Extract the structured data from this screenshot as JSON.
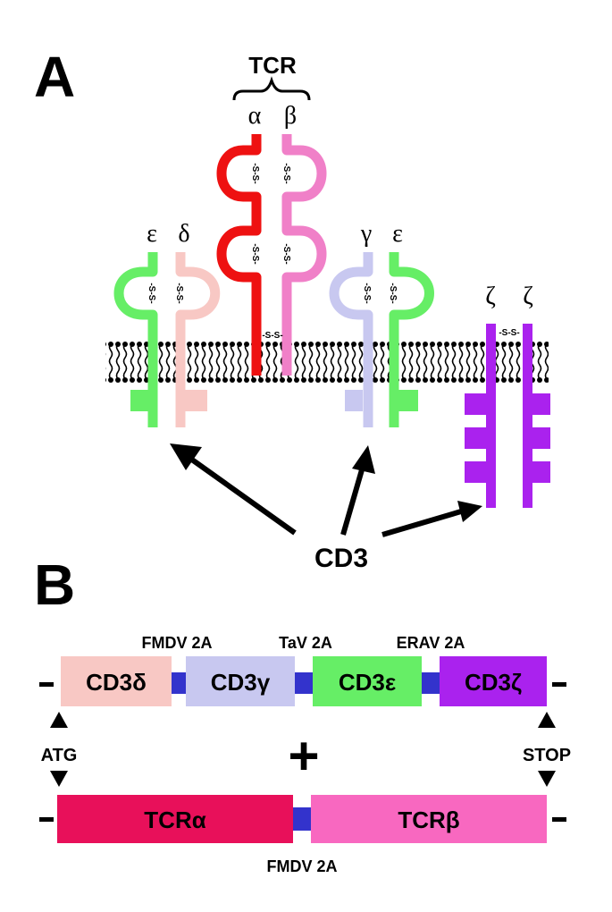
{
  "panel_a": {
    "label": "A",
    "tcr_label": "TCR",
    "tcr_alpha": "α",
    "tcr_beta": "β",
    "epsilon_left": "ε",
    "delta": "δ",
    "gamma": "γ",
    "epsilon_right": "ε",
    "zeta_left": "ζ",
    "zeta_right": "ζ",
    "disulfide": "-S-S-",
    "cd3_label": "CD3"
  },
  "panel_b": {
    "label": "B",
    "linker_1": "FMDV 2A",
    "linker_2": "TaV 2A",
    "linker_3": "ERAV 2A",
    "cd3_delta": "CD3δ",
    "cd3_gamma": "CD3γ",
    "cd3_epsilon": "CD3ε",
    "cd3_zeta": "CD3ζ",
    "atg": "ATG",
    "stop": "STOP",
    "plus": "+",
    "tcr_alpha": "TCRα",
    "tcr_beta": "TCRβ",
    "linker_bottom": "FMDV 2A"
  },
  "colors": {
    "epsilon": "#66ee66",
    "delta": "#f8c8c4",
    "tcr_alpha": "#ee1111",
    "tcr_beta": "#f080c8",
    "gamma": "#c8c8f0",
    "zeta": "#aa22ee",
    "linker": "#3333cc",
    "tcr_alpha_box": "#e8105a",
    "tcr_beta_box": "#f868c0"
  }
}
